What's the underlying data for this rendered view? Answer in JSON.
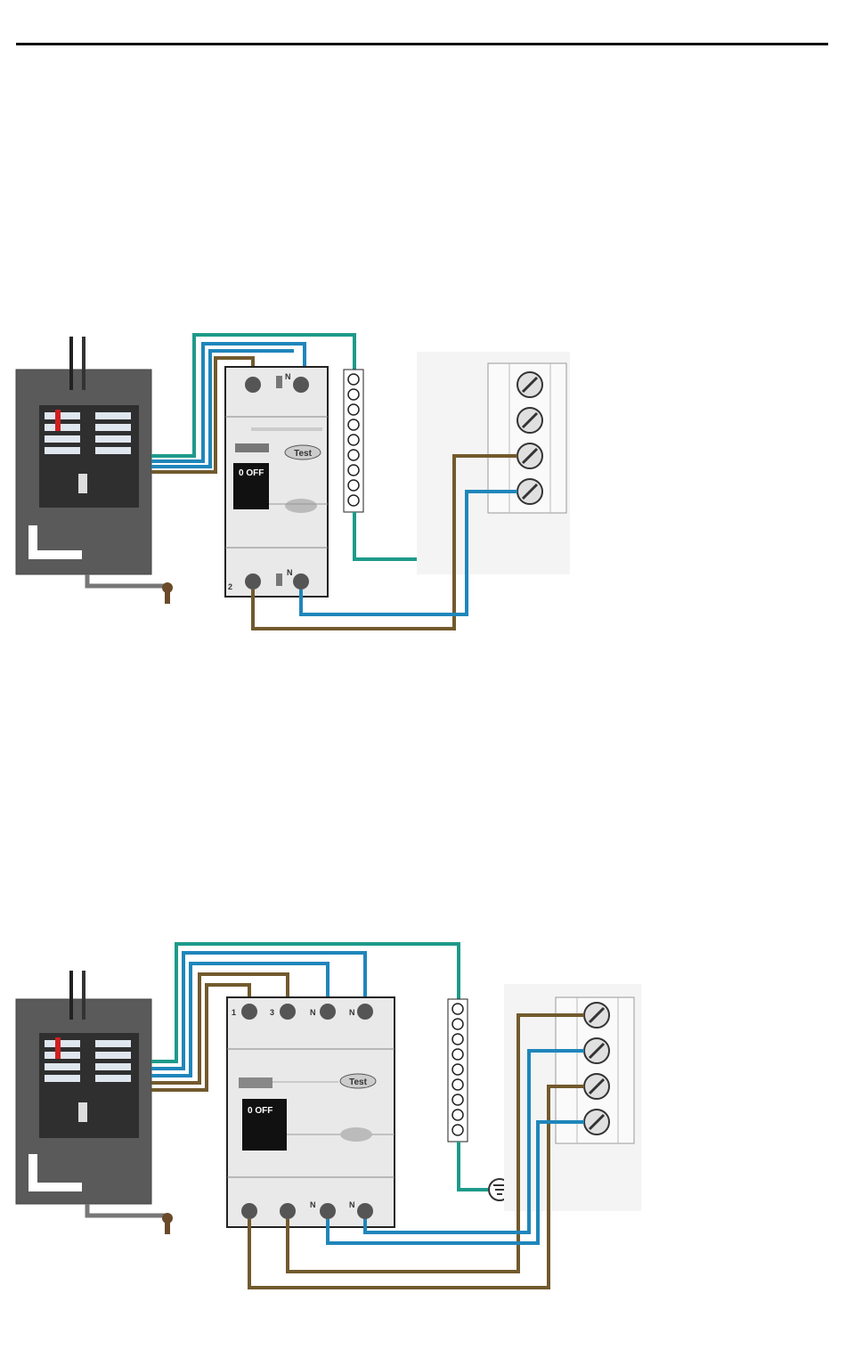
{
  "colors": {
    "earth": "#1e9a8a",
    "neutral": "#1f86bb",
    "live": "#725a2d",
    "panel": "#5a5a5a",
    "panel_dark": "#333333",
    "device": "#e9e9e9"
  },
  "diagram1": {
    "breaker": {
      "top_terminal_label": "N",
      "bottom_terminal_left_label": "2",
      "bottom_terminal_right_label": "N",
      "test_label": "Test",
      "switch_label": "0 OFF"
    }
  },
  "diagram2": {
    "breaker": {
      "top_labels": [
        "1",
        "3",
        "N",
        "N"
      ],
      "test_label": "Test",
      "switch_label": "0 OFF",
      "bottom_labels": [
        "N",
        "N"
      ]
    }
  },
  "icons": {
    "earth_symbol": "earth-ground-icon",
    "screw": "screw-terminal-icon"
  }
}
